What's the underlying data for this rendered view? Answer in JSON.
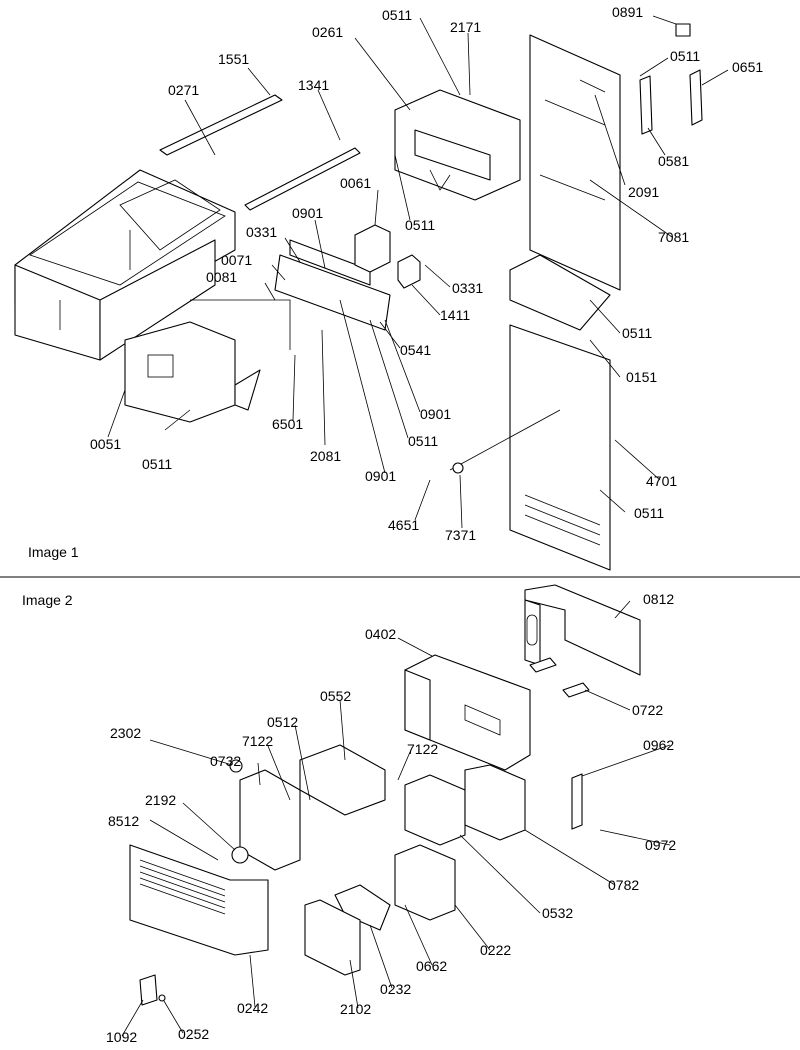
{
  "sections": [
    {
      "title": "Image 1"
    },
    {
      "title": "Image 2"
    }
  ],
  "callouts": [
    "0891",
    "0511",
    "2171",
    "0261",
    "1551",
    "1341",
    "0271",
    "0511",
    "0651",
    "0581",
    "2091",
    "0061",
    "0511",
    "7081",
    "0901",
    "0331",
    "0071",
    "0081",
    "0331",
    "1411",
    "0511",
    "0541",
    "0151",
    "0901",
    "0511",
    "6501",
    "2081",
    "0901",
    "0051",
    "0511",
    "4701",
    "0511",
    "4651",
    "7371",
    "0812",
    "0402",
    "0722",
    "0552",
    "0512",
    "2302",
    "7122",
    "0732",
    "7122",
    "0962",
    "2192",
    "8512",
    "0972",
    "0782",
    "0532",
    "0222",
    "0662",
    "0232",
    "2102",
    "0242",
    "1092",
    "0252"
  ]
}
